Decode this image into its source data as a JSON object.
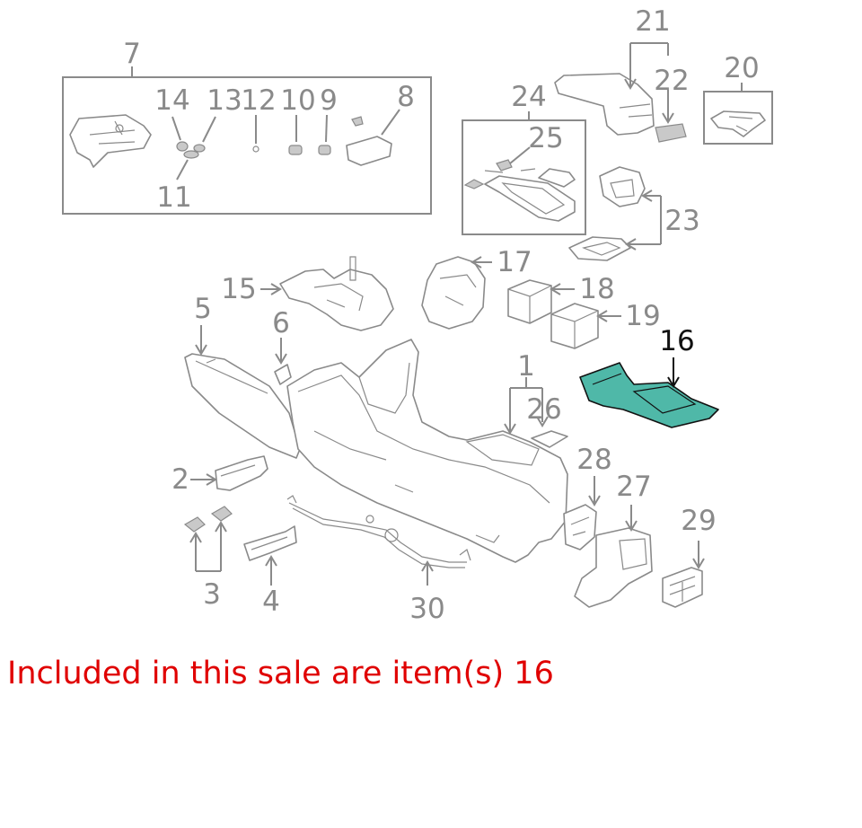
{
  "diagram": {
    "callouts": {
      "c1": "1",
      "c2": "2",
      "c3": "3",
      "c4": "4",
      "c5": "5",
      "c6": "6",
      "c7": "7",
      "c8": "8",
      "c9": "9",
      "c10": "10",
      "c11": "11",
      "c12": "12",
      "c13": "13",
      "c14": "14",
      "c15": "15",
      "c16": "16",
      "c17": "17",
      "c18": "18",
      "c19": "19",
      "c20": "20",
      "c21": "21",
      "c22": "22",
      "c23": "23",
      "c24": "24",
      "c25": "25",
      "c26": "26",
      "c27": "27",
      "c28": "28",
      "c29": "29",
      "c30": "30"
    },
    "colors": {
      "line": "#8a8a8a",
      "highlight_fill": "#4fb8a8",
      "highlight_line": "#111111",
      "note_text": "#e00000"
    }
  },
  "note": {
    "text": "Included in this sale are item(s) 16"
  }
}
